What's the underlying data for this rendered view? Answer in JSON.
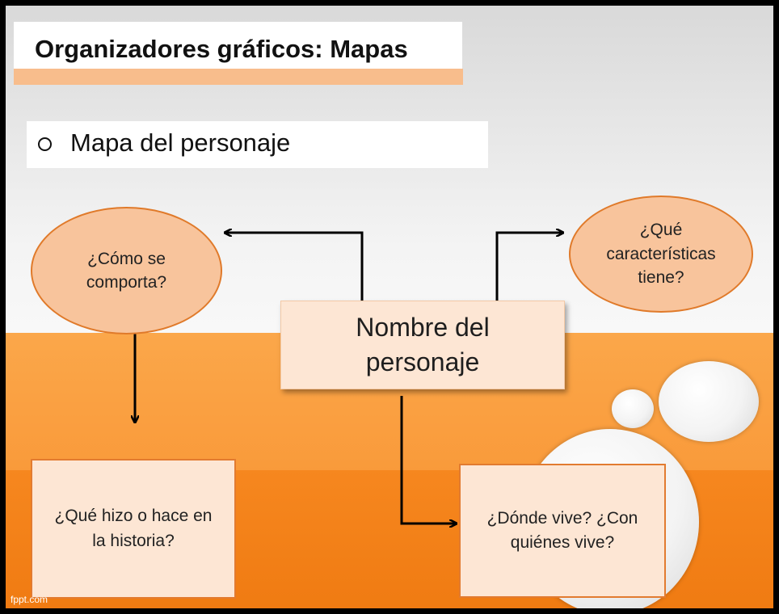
{
  "slide": {
    "title": "Organizadores gráficos: Mapas",
    "bullet_text": "Mapa del personaje",
    "footer": "fppt.com"
  },
  "diagram": {
    "center": {
      "line1": "Nombre del",
      "line2": "personaje"
    },
    "left_ellipse": {
      "line1": "¿Cómo se",
      "line2": "comporta?"
    },
    "right_ellipse": {
      "line1": "¿Qué",
      "line2": "características",
      "line3": "tiene?"
    },
    "left_box": {
      "line1": "¿Qué hizo o hace en",
      "line2": "la historia?"
    },
    "right_box": {
      "line1": "¿Dónde vive? ¿Con",
      "line2": "quiénes vive?"
    }
  },
  "colors": {
    "orange_light": "#fba74a",
    "orange_dark": "#f07b12",
    "shape_fill": "#f8c49c",
    "box_fill": "#fde6d4",
    "accent_line": "#f8bd8c"
  }
}
